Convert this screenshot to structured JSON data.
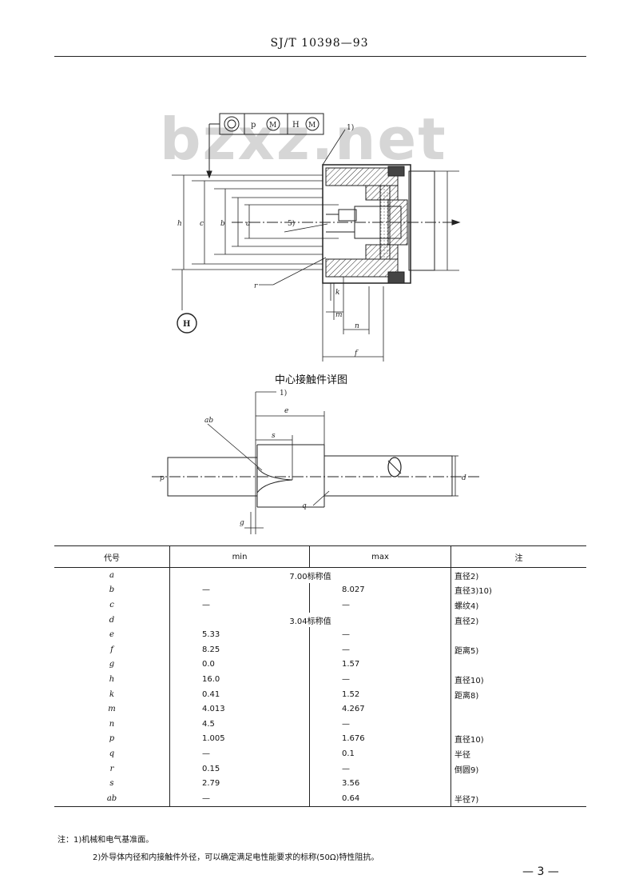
{
  "header": {
    "standard_code": "SJ/T 10398—93"
  },
  "watermark": "bzxz.net",
  "figure": {
    "fcf": {
      "left_symbol": "circle",
      "tol_p": "p",
      "modifier_1": "M",
      "datum_h": "H",
      "modifier_2": "M"
    },
    "datum_label": "H",
    "callout_1": "1)",
    "callout_5": "5)",
    "dims_top": {
      "h": "h",
      "c": "c",
      "b": "b",
      "a": "a",
      "r": "r",
      "k": "k",
      "m": "m",
      "n": "n",
      "f": "f"
    },
    "detail_caption": "中心接触件详图",
    "dims_detail": {
      "callout": "1)",
      "ab": "ab",
      "e": "e",
      "s": "s",
      "p": "p",
      "q": "q",
      "d": "d",
      "g": "g"
    }
  },
  "table": {
    "headers": {
      "code": "代号",
      "min": "min",
      "max": "max",
      "note": "注"
    },
    "rows": [
      {
        "code": "a",
        "span": "7.00标称值",
        "note": "直径2)"
      },
      {
        "code": "b",
        "min": "—",
        "max": "8.027",
        "note": "直径3)10)"
      },
      {
        "code": "c",
        "min": "—",
        "max": "—",
        "note": "螺纹4)"
      },
      {
        "code": "d",
        "span": "3.04标称值",
        "note": "直径2)"
      },
      {
        "code": "e",
        "min": "5.33",
        "max": "—",
        "note": ""
      },
      {
        "code": "f",
        "min": "8.25",
        "max": "—",
        "note": "距离5)"
      },
      {
        "code": "g",
        "min": "0.0",
        "max": "1.57",
        "note": ""
      },
      {
        "code": "h",
        "min": "16.0",
        "max": "—",
        "note": "直径10)"
      },
      {
        "code": "k",
        "min": "0.41",
        "max": "1.52",
        "note": "距离8)"
      },
      {
        "code": "m",
        "min": "4.013",
        "max": "4.267",
        "note": ""
      },
      {
        "code": "n",
        "min": "4.5",
        "max": "—",
        "note": ""
      },
      {
        "code": "p",
        "min": "1.005",
        "max": "1.676",
        "note": "直径10)"
      },
      {
        "code": "q",
        "min": "—",
        "max": "0.1",
        "note": "半径"
      },
      {
        "code": "r",
        "min": "0.15",
        "max": "—",
        "note": "倒圆9)"
      },
      {
        "code": "s",
        "min": "2.79",
        "max": "3.56",
        "note": ""
      },
      {
        "code": "ab",
        "min": "—",
        "max": "0.64",
        "note": "半径7)"
      }
    ]
  },
  "notes": {
    "line1": "注：1)机械和电气基准面。",
    "line2": "2)外导体内径和内接触件外径，可以确定满足电性能要求的标称(50Ω)特性阻抗。"
  },
  "page_number": "— 3 —"
}
